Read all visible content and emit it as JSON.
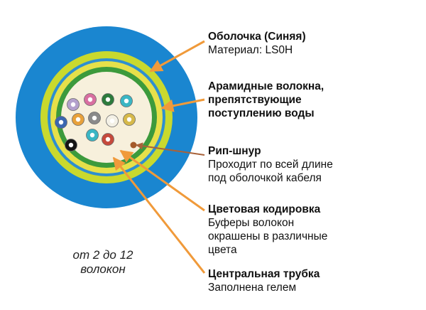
{
  "labels": {
    "sheath": {
      "title": "Оболочка (Синяя)",
      "desc": "Материал: LS0H"
    },
    "aramid": {
      "title": [
        "Арамидные волокна,",
        "препятствующие",
        "поступлению воды"
      ]
    },
    "ripcord": {
      "title": "Рип-шнур",
      "desc": [
        "Проходит по всей длине",
        "под оболочкой кабеля"
      ]
    },
    "color_coding": {
      "title": "Цветовая кодировка",
      "desc": [
        "Буферы волокон",
        "окрашены в различные",
        "цвета"
      ]
    },
    "central_tube": {
      "title": "Центральная трубка",
      "desc": "Заполнена гелем"
    }
  },
  "caption": [
    "от 2 до 12",
    "волокон"
  ],
  "colors": {
    "sheath": "#1a86d0",
    "aramid_ring": "#c9d92e",
    "inner_ring": "#3c9a3c",
    "gel": "#f7f0dc",
    "arrow": "#f09a3a",
    "ripcord": "#a45a2a"
  },
  "fibers": [
    {
      "color": "#b3a0cc",
      "icon": "fiber-violet"
    },
    {
      "color": "#d86fa0",
      "icon": "fiber-rose"
    },
    {
      "color": "#2d7b3c",
      "icon": "fiber-green"
    },
    {
      "color": "#3ab6c4",
      "icon": "fiber-aqua"
    },
    {
      "color": "#3b66b0",
      "icon": "fiber-blue"
    },
    {
      "color": "#e8a13a",
      "icon": "fiber-orange"
    },
    {
      "color": "#f4f1e6",
      "icon": "fiber-white"
    },
    {
      "color": "#c64a3c",
      "icon": "fiber-red"
    },
    {
      "color": "#d6b94a",
      "icon": "fiber-yellow"
    },
    {
      "color": "#151515",
      "icon": "fiber-black"
    },
    {
      "color": "#8a8a8a",
      "icon": "fiber-gray"
    },
    {
      "color": "#7a4a2a",
      "icon": "fiber-brown"
    }
  ]
}
